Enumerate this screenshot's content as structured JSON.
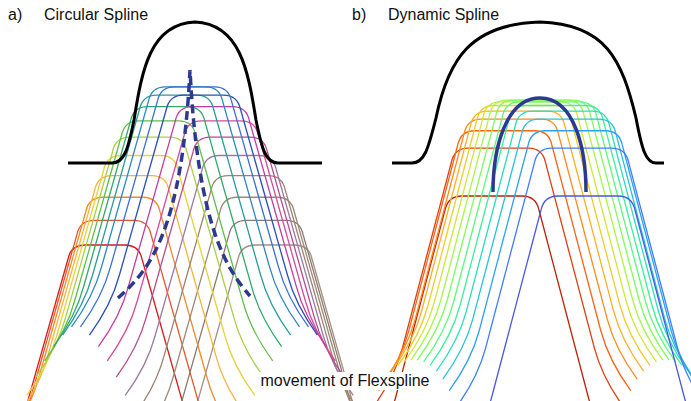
{
  "diagram": {
    "labels": [
      "a)",
      "Circular Spline",
      "b)",
      "Dynamic Spline",
      "movement of Flexspline"
    ]
  }
}
